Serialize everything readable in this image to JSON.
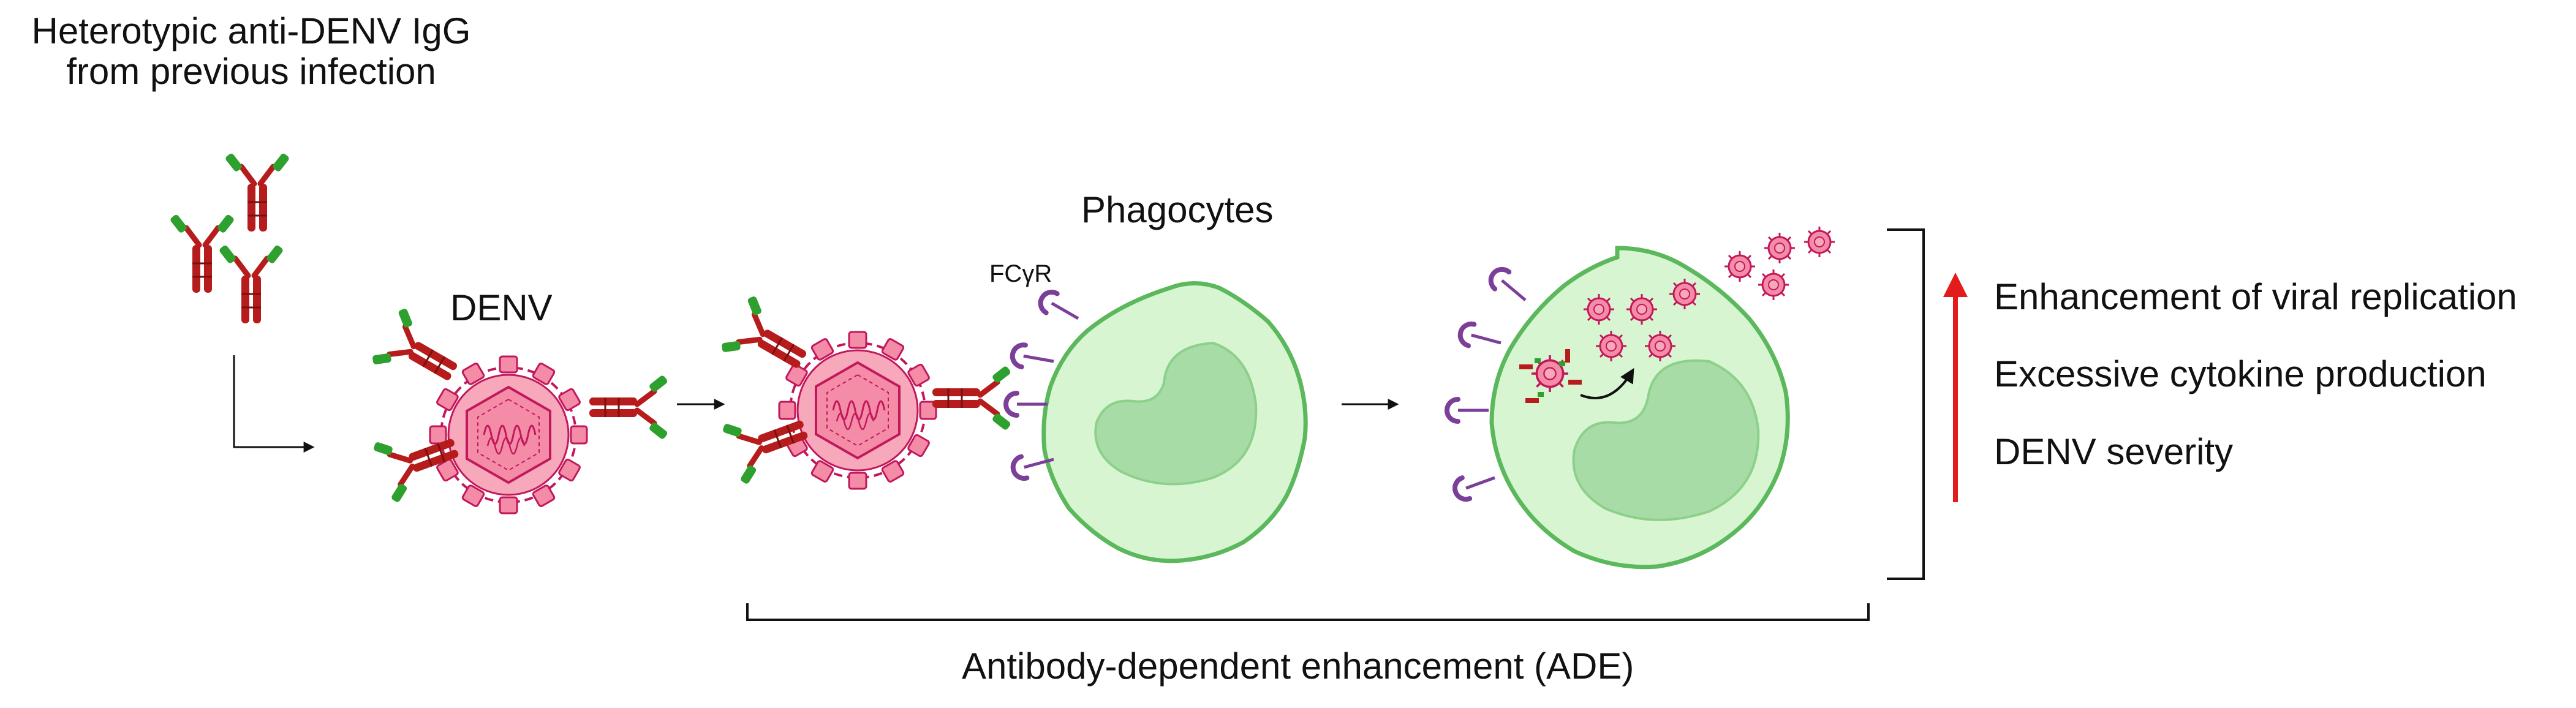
{
  "title_lines": [
    "Heterotypic anti-DENV IgG",
    "from previous infection"
  ],
  "labels": {
    "virus": "DENV",
    "phagocytes": "Phagocytes",
    "receptor": "FCγR",
    "ade": "Antibody-dependent enhancement (ADE)"
  },
  "outcomes": [
    "Enhancement of viral replication",
    "Excessive cytokine production",
    "DENV severity"
  ],
  "colors": {
    "antibody_heavy": "#b71c1c",
    "antibody_fab": "#2ea02e",
    "virus_fill": "#f48ca7",
    "virus_stroke": "#c2185b",
    "cell_fill": "#d8f5d2",
    "cell_stroke": "#5cb85c",
    "nucleus_fill": "#a8dca6",
    "receptor": "#7b3f9a",
    "up_arrow": "#e31b1b"
  },
  "icons": [
    "antibody-icon",
    "virus-icon",
    "phagocyte-icon",
    "receptor-icon",
    "arrow-icon",
    "bracket-icon"
  ]
}
